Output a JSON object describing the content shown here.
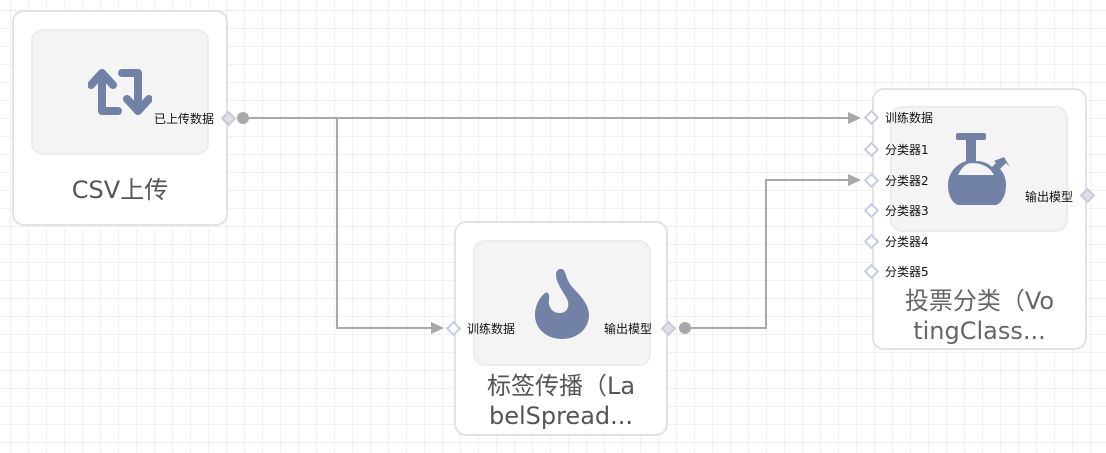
{
  "nodes": [
    {
      "title": "CSV上传",
      "icon": "retweet-icon",
      "output": "已上传数据"
    },
    {
      "title_line1": "标签传播（La",
      "title_line2": "belSpread...",
      "icon": "fire-icon",
      "input": "训练数据",
      "output": "输出模型"
    },
    {
      "title_line1": "投票分类（Vo",
      "title_line2": "tingClass...",
      "icon": "flask-icon",
      "inputs": [
        "训练数据",
        "分类器1",
        "分类器2",
        "分类器3",
        "分类器4",
        "分类器5"
      ],
      "output": "输出模型"
    }
  ],
  "colors": {
    "icon": "#7282a6",
    "edge": "#a8a8a8",
    "port": "#c5cbe6"
  }
}
